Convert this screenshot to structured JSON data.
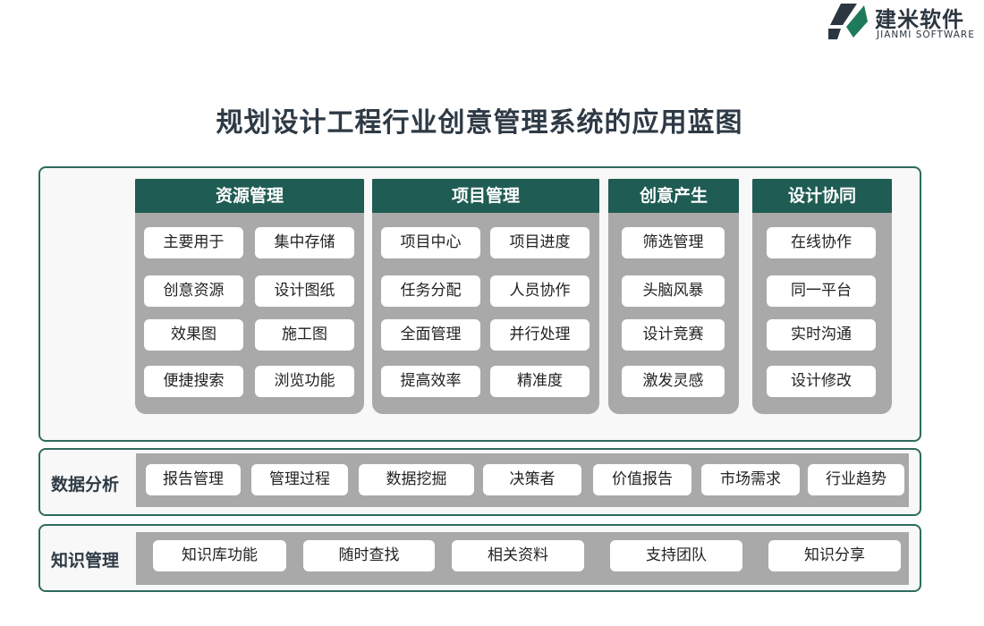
{
  "logo": {
    "cn": "建米软件",
    "en": "JIANMI SOFTWARE"
  },
  "title": "规划设计工程行业创意管理系统的应用蓝图",
  "columns": [
    {
      "heading": "资源管理",
      "items": [
        "主要用于",
        "集中存储",
        "创意资源",
        "设计图纸",
        "效果图",
        "施工图",
        "便捷搜索",
        "浏览功能"
      ]
    },
    {
      "heading": "项目管理",
      "items": [
        "项目中心",
        "项目进度",
        "任务分配",
        "人员协作",
        "全面管理",
        "并行处理",
        "提高效率",
        "精准度"
      ]
    },
    {
      "heading": "创意产生",
      "items": [
        "筛选管理",
        "头脑风暴",
        "设计竞赛",
        "激发灵感"
      ]
    },
    {
      "heading": "设计协同",
      "items": [
        "在线协作",
        "同一平台",
        "实时沟通",
        "设计修改"
      ]
    }
  ],
  "data_analysis": {
    "label": "数据分析",
    "items": [
      "报告管理",
      "管理过程",
      "数据挖掘",
      "决策者",
      "价值报告",
      "市场需求",
      "行业趋势"
    ]
  },
  "knowledge": {
    "label": "知识管理",
    "items": [
      "知识库功能",
      "随时查找",
      "相关资料",
      "支持团队",
      "知识分享"
    ]
  },
  "colors": {
    "header": "#1f5c53",
    "frame": "#2e6b5e",
    "card": "#a9a9a9"
  }
}
